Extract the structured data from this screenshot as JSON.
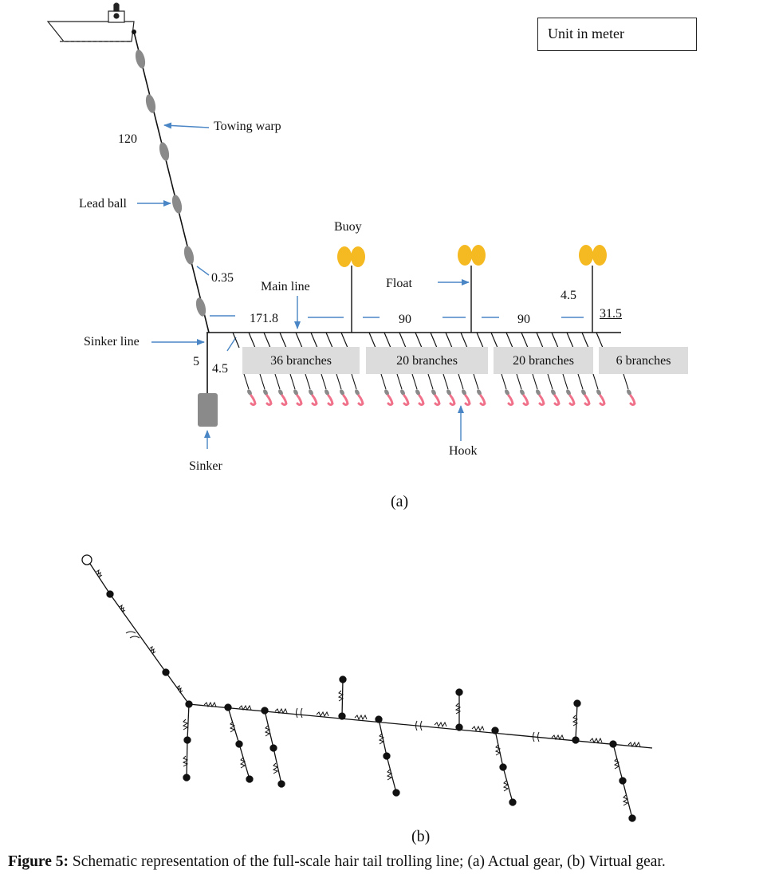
{
  "unit_label": "Unit in meter",
  "panel_a": {
    "labels": {
      "towing_warp": "Towing warp",
      "warp_length": "120",
      "lead_ball": "Lead ball",
      "lead_spacing": "0.35",
      "buoy": "Buoy",
      "main_line": "Main line",
      "float": "Float",
      "float_line": "4.5",
      "sinker_line": "Sinker line",
      "sinker_line_length": "5",
      "branch_length": "4.5",
      "sinker": "Sinker",
      "hook": "Hook",
      "subcaption": "(a)"
    },
    "segments": [
      "171.8",
      "90",
      "90",
      "31.5"
    ],
    "branch_groups": [
      "36 branches",
      "20 branches",
      "20 branches",
      "6 branches"
    ],
    "colors": {
      "buoy": "#f5b921",
      "lead_ball": "#8a8a8a",
      "sinker": "#8a8a8a",
      "hook": "#f0718a",
      "arrow": "#4a86c5",
      "box": "#dcdcdc"
    }
  },
  "panel_b": {
    "subcaption": "(b)"
  },
  "caption": {
    "bold": "Figure 5:",
    "text": " Schematic representation of the full-scale hair tail trolling line; (a) Actual gear, (b) Virtual gear."
  }
}
